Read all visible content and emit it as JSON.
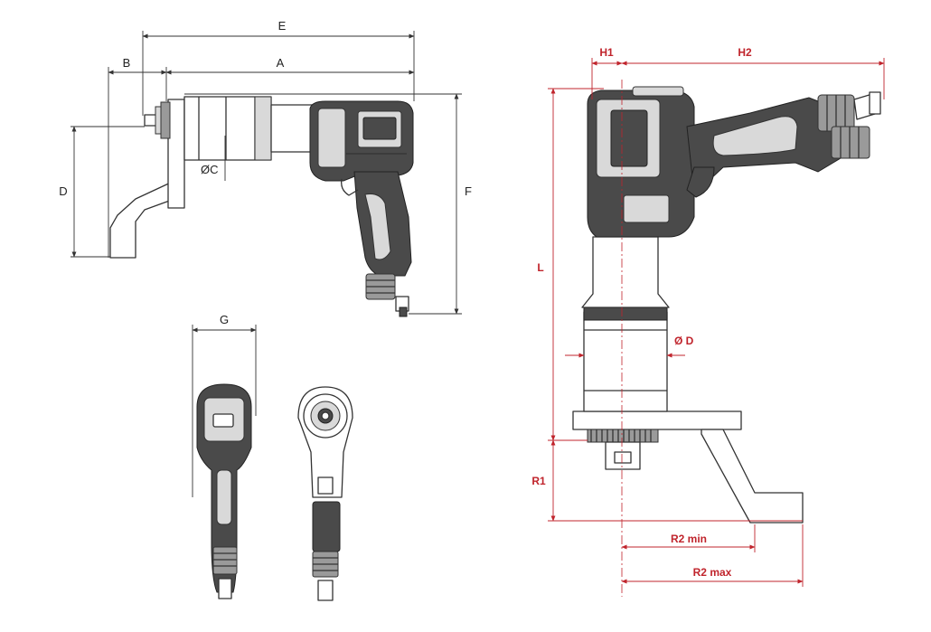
{
  "side_view_labels": {
    "e": "E",
    "b": "B",
    "a": "A",
    "d": "D",
    "f": "F",
    "c": "ØC"
  },
  "rear_view_labels": {
    "g": "G"
  },
  "tool_view_labels": {
    "h1": "H1",
    "h2": "H2",
    "l": "L",
    "d": "Ø D",
    "r1": "R1",
    "r2_min": "R2 min",
    "r2_max": "R2 max"
  },
  "colors": {
    "outline": "#333333",
    "dimension_black": "#222222",
    "dimension_red": "#c0242c"
  }
}
